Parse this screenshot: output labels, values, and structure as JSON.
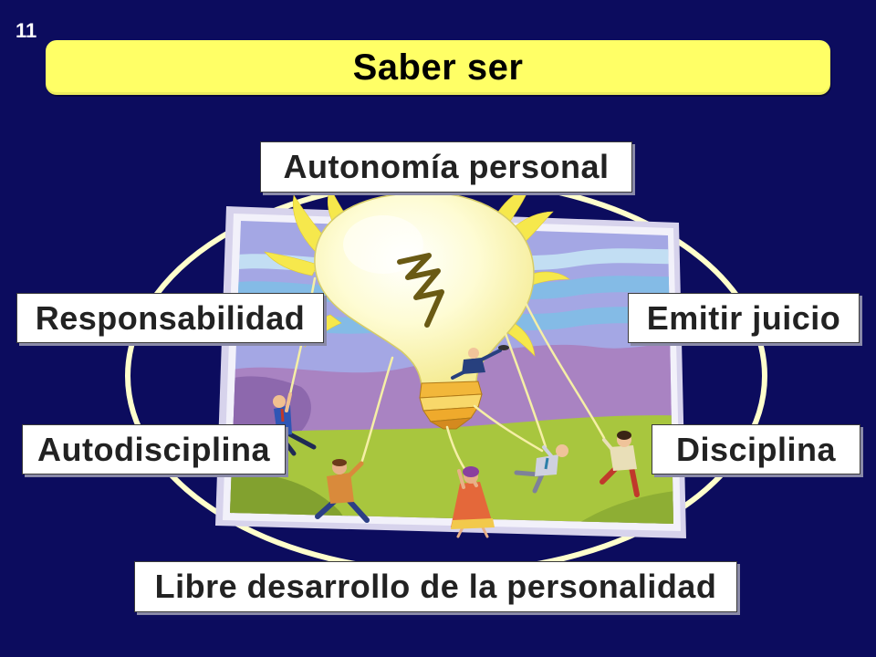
{
  "slide": {
    "number": "11",
    "title": "Saber ser"
  },
  "diagram": {
    "top_label": "Autonomía personal",
    "left_upper_label": "Responsabilidad",
    "right_upper_label": "Emitir juicio",
    "left_lower_label": "Autodisciplina",
    "right_lower_label": "Disciplina",
    "bottom_label": "Libre desarrollo de la personalidad"
  },
  "colors": {
    "background": "#0c0c5e",
    "title_bar": "#ffff66",
    "title_text": "#000000",
    "slide_number": "#ffffff",
    "ellipse": "#ffffcc",
    "label_fill": "#ffffff",
    "label_text": "#222222"
  }
}
